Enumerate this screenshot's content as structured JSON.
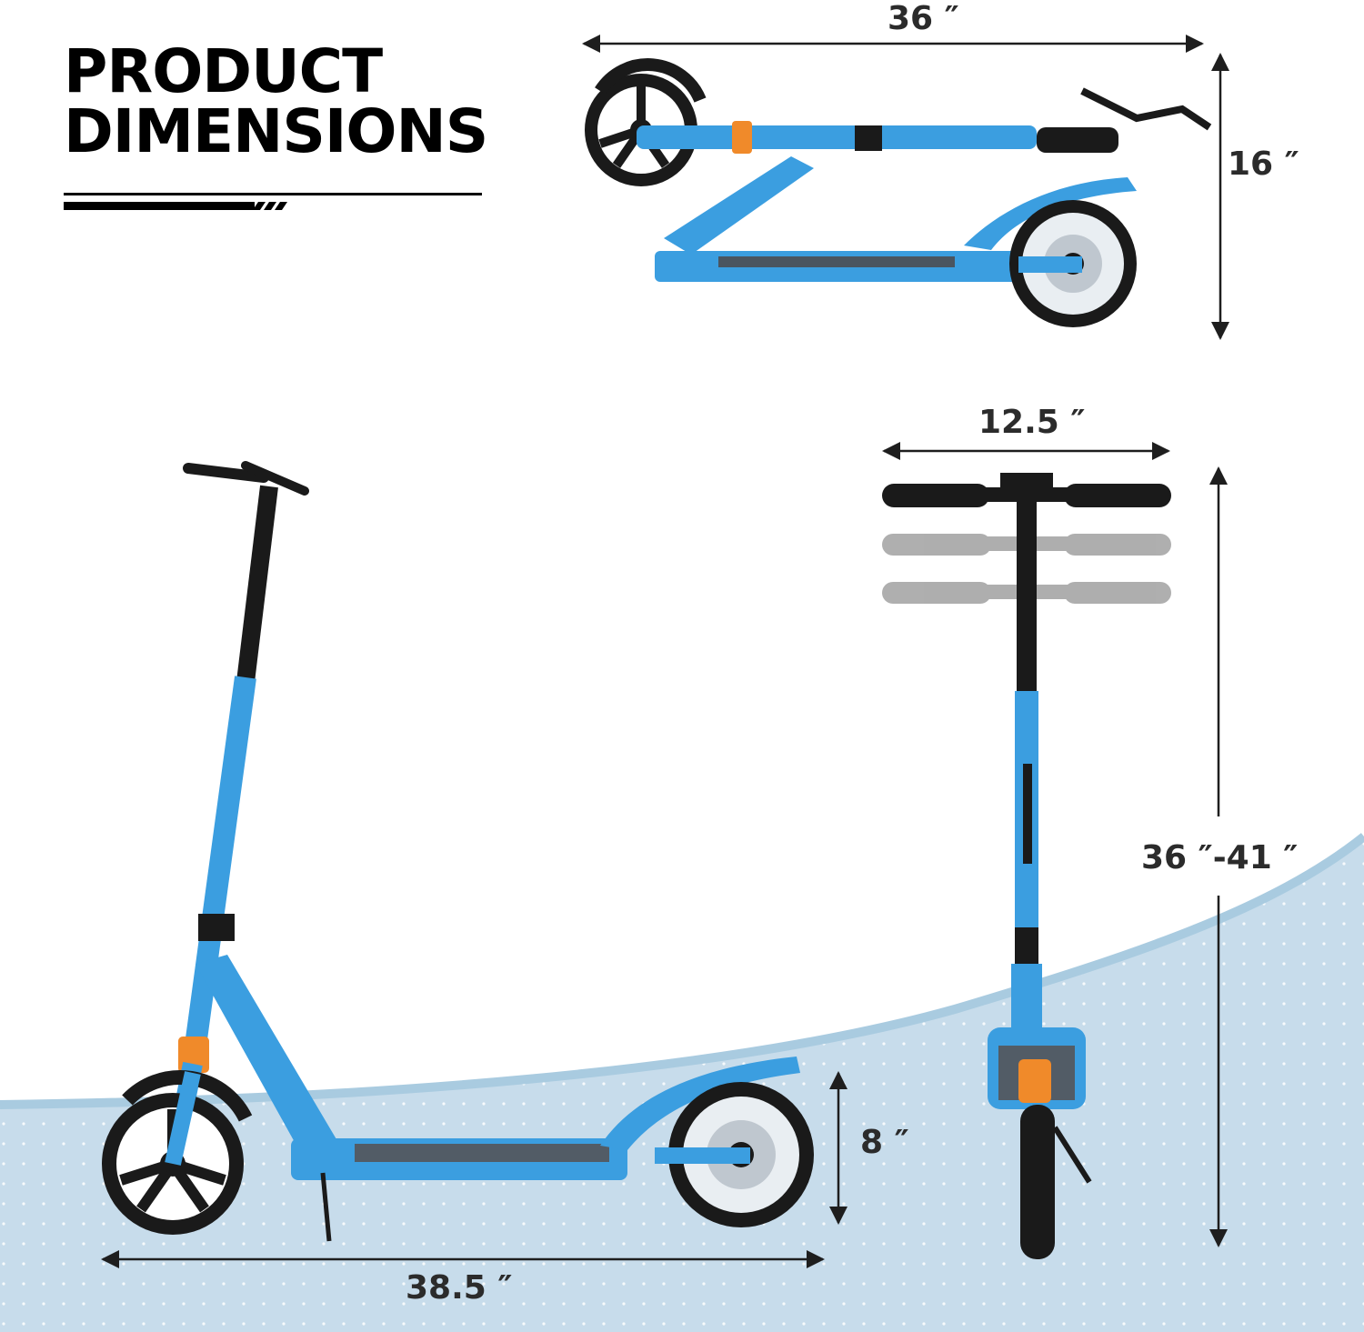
{
  "heading": {
    "line1": "PRODUCT",
    "line2": "DIMENSIONS"
  },
  "dimensions": {
    "folded_length": "36 ″",
    "folded_height": "16 ″",
    "handlebar_width": "12.5 ″",
    "handlebar_height": "36 ″-41 ″",
    "wheel_diameter": "8 ″",
    "total_length": "38.5 ″"
  },
  "colors": {
    "frame": "#3b9ee0",
    "wave": "#c6dcea",
    "accent": "#f08a2a",
    "tire": "#1a1a1a"
  }
}
